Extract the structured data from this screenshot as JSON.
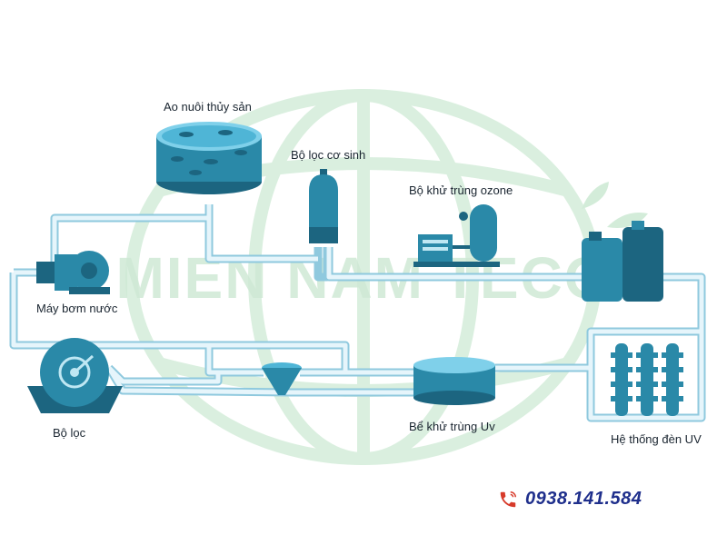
{
  "watermark": {
    "text": "MIEN NAM TECO",
    "color": "#cfe9d5"
  },
  "labels": {
    "pond": "Ao nuôi thủy sản",
    "bio_filter": "Bộ lọc cơ sinh",
    "ozone": "Bộ khử trùng ozone",
    "pump": "Máy bơm nước",
    "filter": "Bộ lọc",
    "uv_tank": "Bể khử trùng Uv",
    "uv_lamps": "Hệ thống đèn UV"
  },
  "contact": {
    "phone": "0938.141.584"
  },
  "colors": {
    "pipe_fill": "#d9eff8",
    "pipe_stroke": "#8fc9de",
    "equipment": "#2a89a8",
    "equipment_dark": "#1c6580",
    "phone_icon": "#d73a2a"
  }
}
